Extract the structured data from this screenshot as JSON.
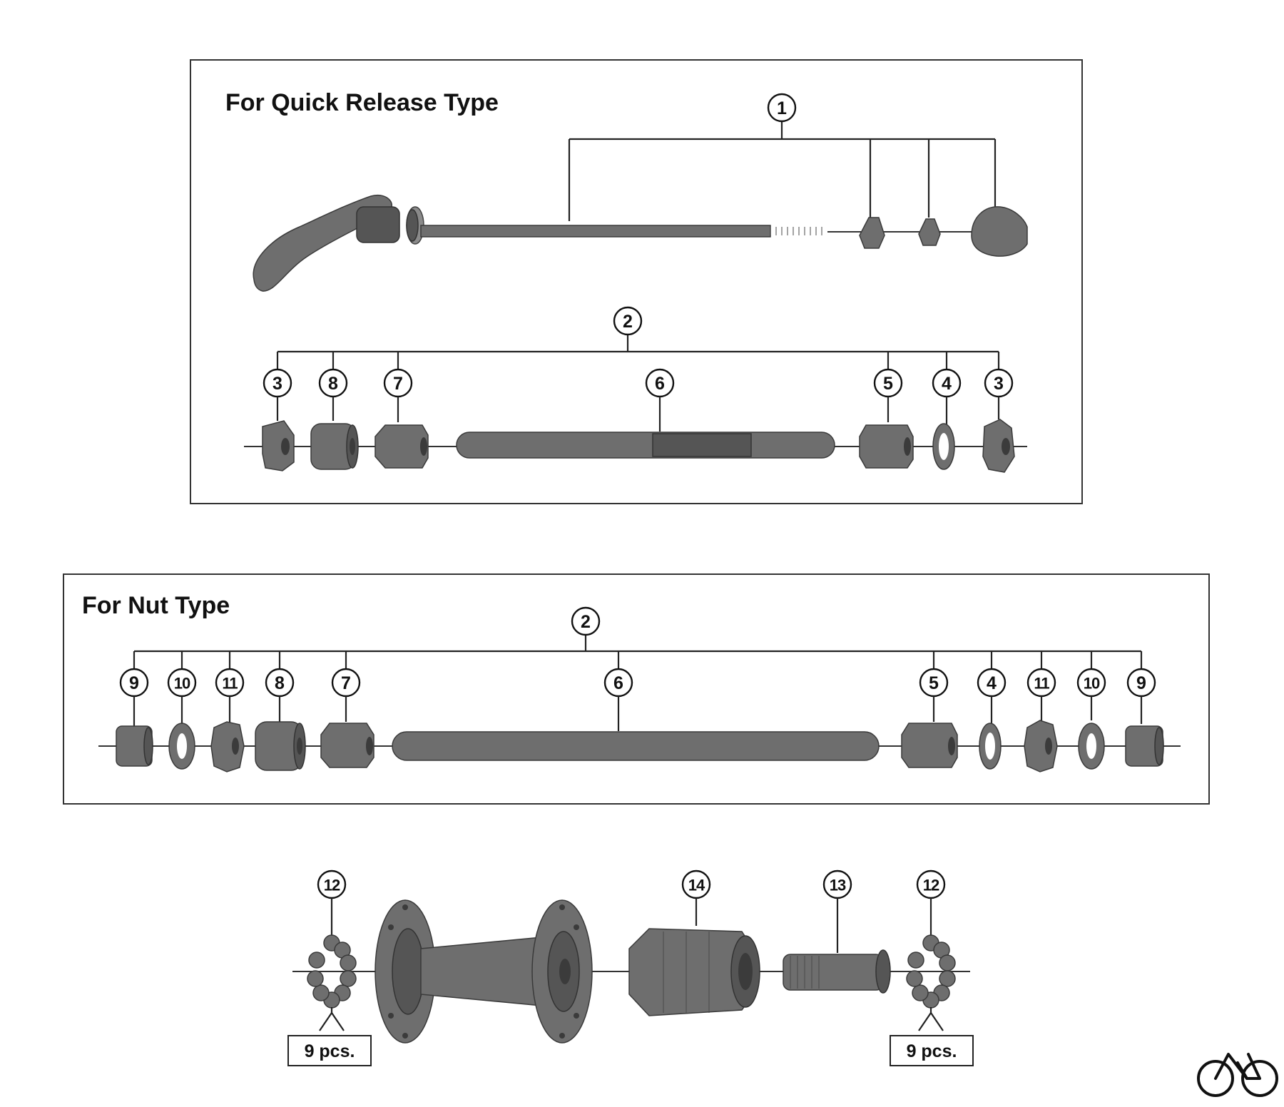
{
  "panels": {
    "quick_release": {
      "title": "For Quick Release Type"
    },
    "nut_type": {
      "title": "For Nut Type"
    }
  },
  "callouts": {
    "qr_1": "1",
    "qr_2": "2",
    "qr_row": [
      "3",
      "8",
      "7",
      "6",
      "5",
      "4",
      "3"
    ],
    "nut_2": "2",
    "nut_row": [
      "9",
      "10",
      "11",
      "8",
      "7",
      "6",
      "5",
      "4",
      "11",
      "10",
      "9"
    ],
    "hub_row": [
      "12",
      "14",
      "13",
      "12"
    ]
  },
  "quantities": {
    "left": "9 pcs.",
    "right": "9 pcs."
  },
  "colors": {
    "part_gray": "#6e6e6e",
    "line": "#222222",
    "background": "#ffffff"
  },
  "icons": {
    "logo": "bicycle-icon"
  }
}
